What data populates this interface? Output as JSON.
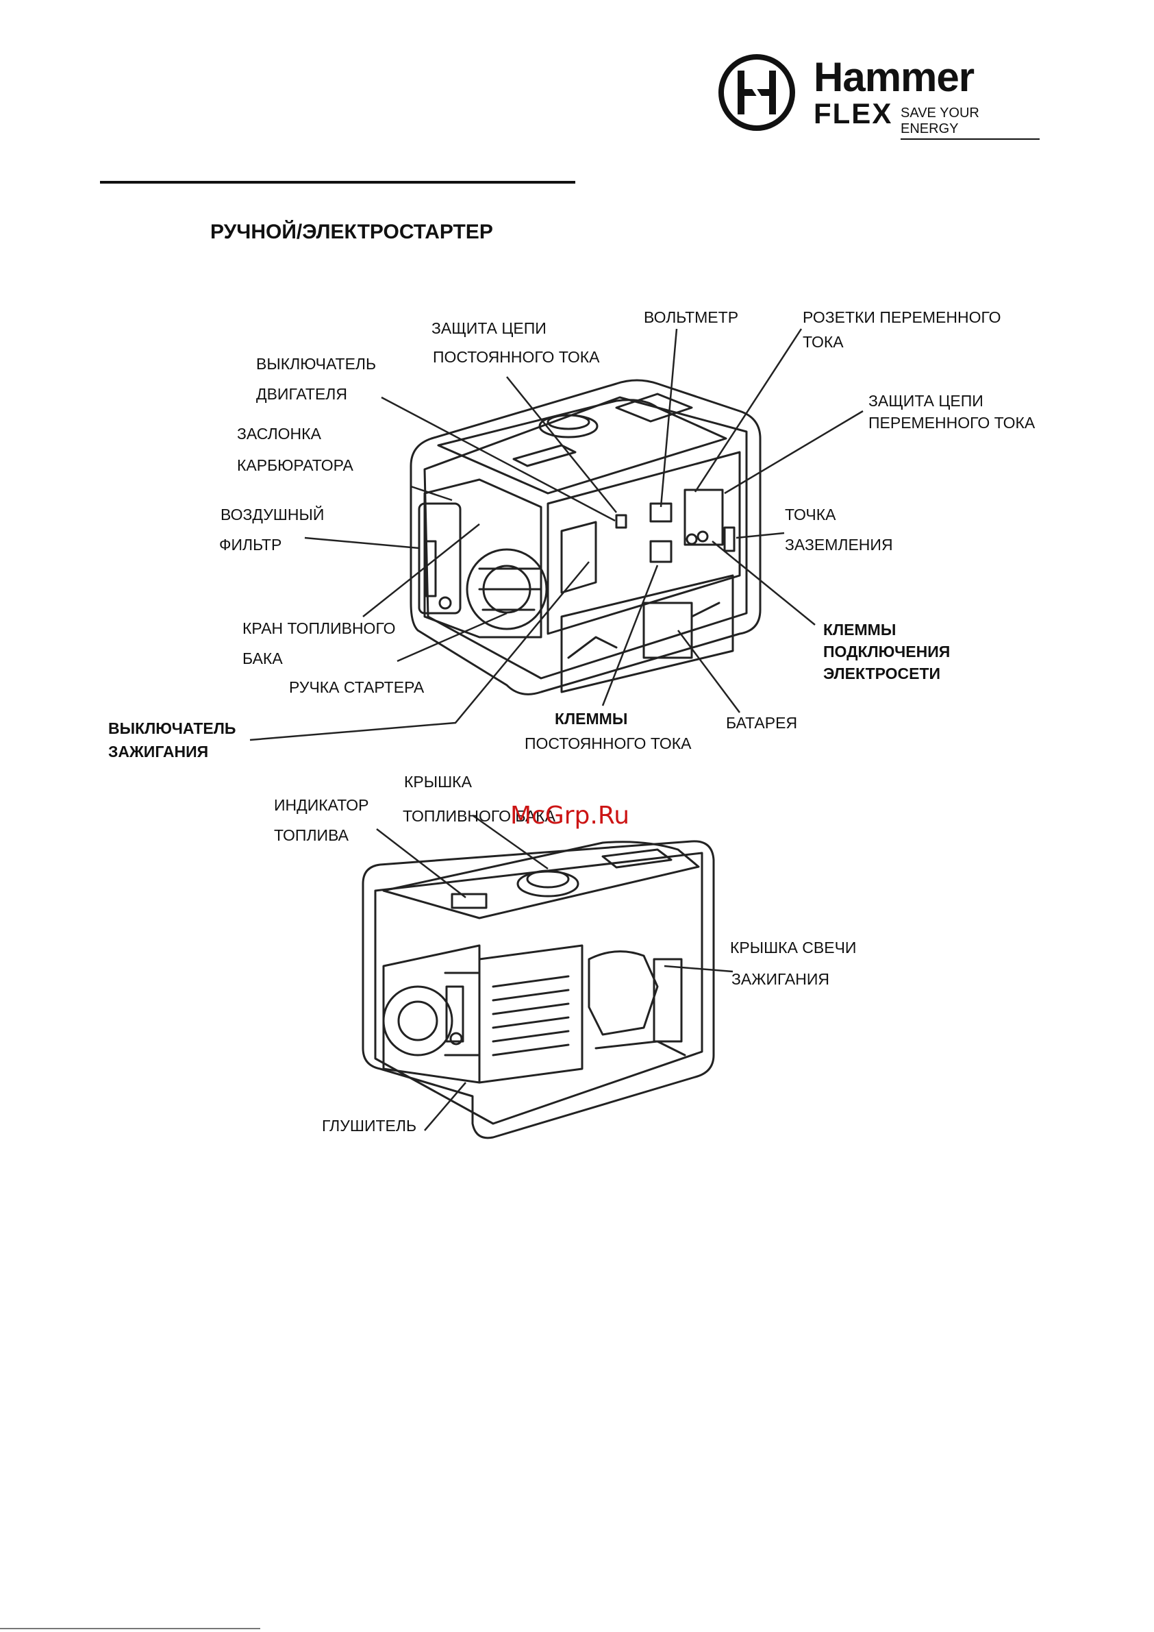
{
  "brand": {
    "name": "Hammer",
    "sub": "FLEX",
    "tagline": "SAVE YOUR ENERGY"
  },
  "section_title": "РУЧНОЙ/ЭЛЕКТРОСТАРТЕР",
  "watermark": "McGrp.Ru",
  "diagram_top": {
    "labels": {
      "dc_protect_1": "ЗАЩИТА ЦЕПИ",
      "dc_protect_2": "ПОСТОЯННОГО ТОКА",
      "voltmeter": "ВОЛЬТМЕТР",
      "ac_sockets_1": "РОЗЕТКИ ПЕРЕМЕННОГО",
      "ac_sockets_2": "ТОКА",
      "engine_switch_1": "ВЫКЛЮЧАТЕЛЬ",
      "engine_switch_2": "ДВИГАТЕЛЯ",
      "ac_protect_1": "ЗАЩИТА ЦЕПИ",
      "ac_protect_2": "ПЕРЕМЕННОГО ТОКА",
      "choke_1": "ЗАСЛОНКА",
      "choke_2": "КАРБЮРАТОРА",
      "air_filter_1": "ВОЗДУШНЫЙ",
      "air_filter_2": "ФИЛЬТР",
      "ground_1": "ТОЧКА",
      "ground_2": "ЗАЗЕМЛЕНИЯ",
      "fuel_valve_1": "КРАН ТОПЛИВНОГО",
      "fuel_valve_2": "БАКА",
      "mains_terminals_1": "КЛЕММЫ",
      "mains_terminals_2": "ПОДКЛЮЧЕНИЯ",
      "mains_terminals_3": "ЭЛЕКТРОСЕТИ",
      "starter_handle": "РУЧКА СТАРТЕРА",
      "ignition_switch_1": "ВЫКЛЮЧАТЕЛЬ",
      "ignition_switch_2": "ЗАЖИГАНИЯ",
      "dc_terminals_1": "КЛЕММЫ",
      "dc_terminals_2": "ПОСТОЯННОГО ТОКА",
      "battery": "БАТАРЕЯ"
    }
  },
  "diagram_bottom": {
    "labels": {
      "fuel_cap_1": "КРЫШКА",
      "fuel_cap_2": "ТОПЛИВНОГО БАКА",
      "fuel_gauge_1": "ИНДИКАТОР",
      "fuel_gauge_2": "ТОПЛИВА",
      "spark_cap_1": "КРЫШКА СВЕЧИ",
      "spark_cap_2": "ЗАЖИГАНИЯ",
      "muffler": "ГЛУШИТЕЛЬ"
    }
  }
}
